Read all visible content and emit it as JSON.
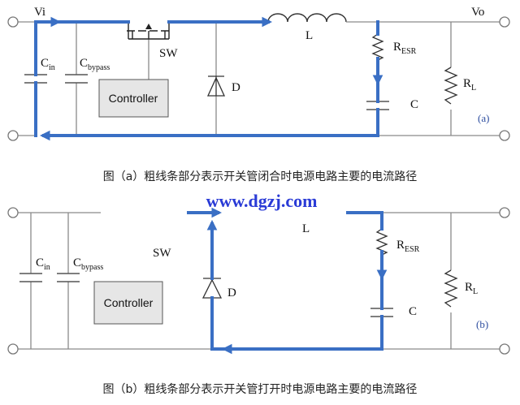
{
  "diagram_a": {
    "vi_label": "Vi",
    "vo_label": "Vo",
    "cin_main": "C",
    "cin_sub": "in",
    "cbypass_main": "C",
    "cbypass_sub": "bypass",
    "controller_label": "Controller",
    "sw_label": "SW",
    "diode_label": "D",
    "inductor_label": "L",
    "resr_main": "R",
    "resr_sub": "ESR",
    "cap_label": "C",
    "rl_main": "R",
    "rl_sub": "L",
    "panel_label": "(a)",
    "caption": "图（a）粗线条部分表示开关管闭合时电源电路主要的电流路径"
  },
  "watermark": "www.dgzj.com",
  "diagram_b": {
    "cin_main": "C",
    "cin_sub": "in",
    "cbypass_main": "C",
    "cbypass_sub": "bypass",
    "controller_label": "Controller",
    "sw_label": "SW",
    "diode_label": "D",
    "inductor_label": "L",
    "resr_main": "R",
    "resr_sub": "ESR",
    "cap_label": "C",
    "rl_main": "R",
    "rl_sub": "L",
    "panel_label": "(b)",
    "caption": "图（b）粗线条部分表示开关管打开时电源电路主要的电流路径"
  },
  "colors": {
    "wire": "#8a8a8a",
    "current_path": "#3a6fc4",
    "watermark": "#2a3bd6"
  }
}
